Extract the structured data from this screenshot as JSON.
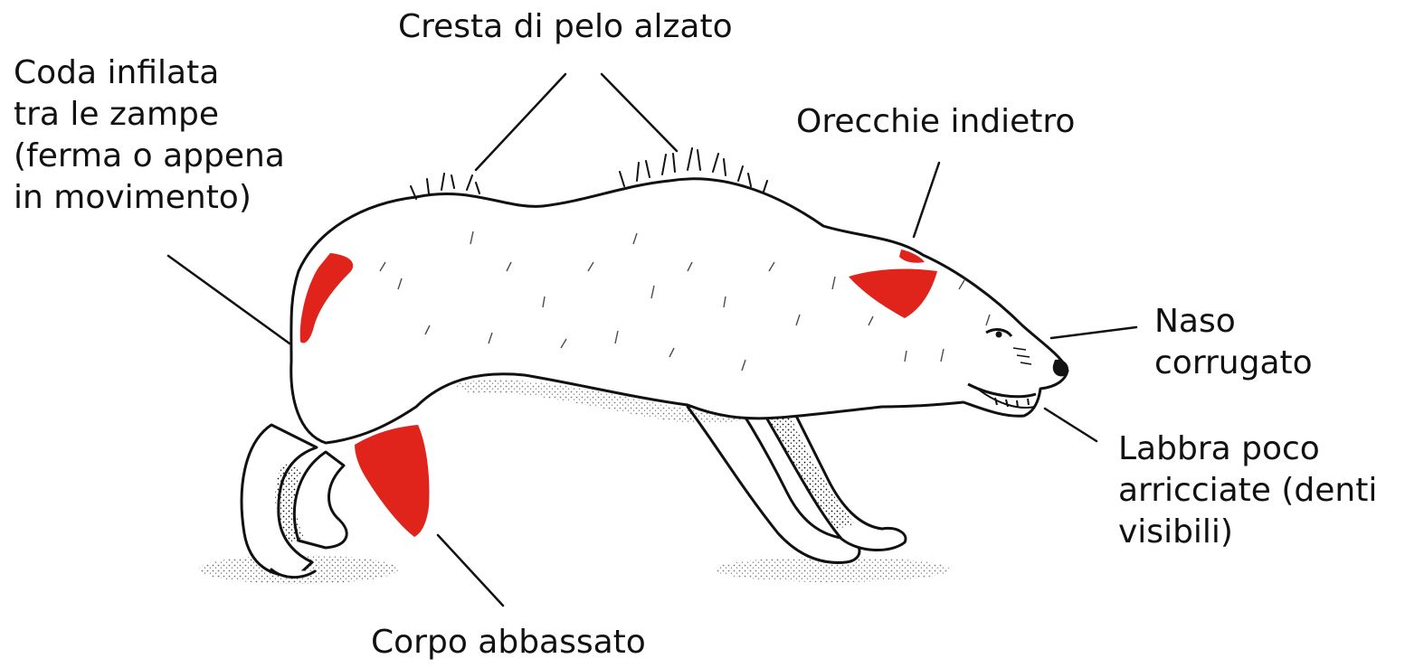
{
  "labels": {
    "cresta": [
      "Cresta di pelo alzato"
    ],
    "coda": [
      "Coda infilata",
      "tra le zampe",
      "(ferma o appena",
      "in movimento)"
    ],
    "orecchie": [
      "Orecchie indietro"
    ],
    "naso": [
      "Naso",
      "corrugato"
    ],
    "labbra": [
      "Labbra poco",
      "arricciate (denti",
      "visibili)"
    ],
    "corpo": [
      "Corpo abbassato"
    ]
  },
  "colors": {
    "highlight": "#e0241b",
    "ink": "#111111",
    "background": "#ffffff"
  }
}
